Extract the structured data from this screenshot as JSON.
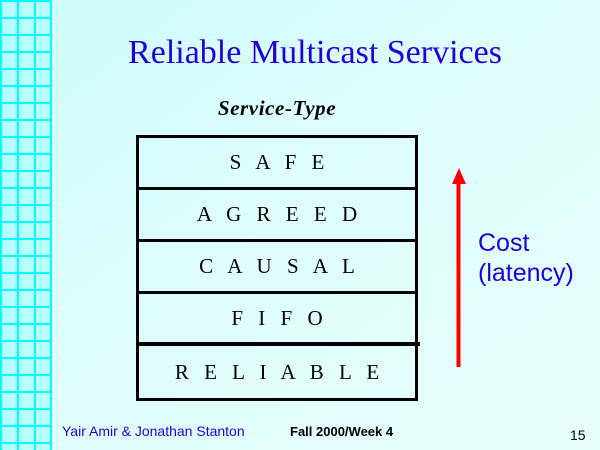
{
  "slide": {
    "title": "Reliable Multicast Services",
    "caption": "Service-Type",
    "background_color": "#ddfdfc",
    "grid_color": "#00ffff",
    "title_color": "#2400d8"
  },
  "table": {
    "header": "Service-Type",
    "rows": [
      {
        "label": "S A F E"
      },
      {
        "label": "A G R E E D"
      },
      {
        "label": "C A U S A L"
      },
      {
        "label": "F I F O"
      },
      {
        "label": "R E L I A B L E"
      }
    ]
  },
  "annotation": {
    "arrow_icon": "up-arrow-icon",
    "arrow_color": "#ff0000",
    "label_line1": "Cost",
    "label_line2": "(latency)",
    "label_color": "#2400d8"
  },
  "footer": {
    "authors": "Yair Amir & Jonathan Stanton",
    "course": "Fall 2000/Week 4",
    "page_number": "15"
  }
}
